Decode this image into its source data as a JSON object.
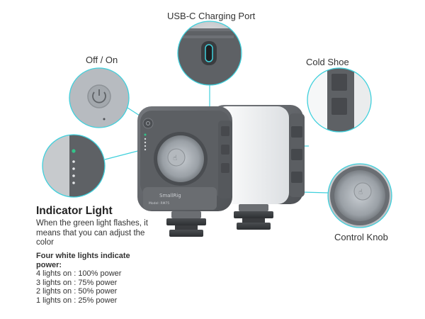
{
  "callouts": {
    "usb_label": "USB-C Charging Port",
    "power_label": "Off / On",
    "cold_shoe_label": "Cold Shoe",
    "knob_label": "Control Knob"
  },
  "indicator": {
    "title": "Indicator Light",
    "description": "When the green light flashes, it means that you can adjust the color",
    "power_heading": "Four white lights indicate power:",
    "power_levels": [
      "4 lights on : 100% power",
      "3 lights on : 75% power",
      "2 lights on : 50% power",
      "1 lights on : 25% power"
    ]
  },
  "product": {
    "brand": "SmallRig",
    "model_text": "Model: RM75",
    "body_color": "#5f6266",
    "panel_color": "#f3f4f5",
    "accent_color": "#3fd0dc",
    "indicator_green": "#33c48a"
  }
}
